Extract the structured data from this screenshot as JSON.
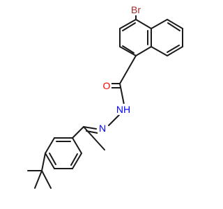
{
  "molecule": {
    "atoms": [
      {
        "id": "br",
        "text": "Br",
        "color": "#a52a2a"
      },
      {
        "id": "o",
        "text": "O",
        "color": "#ff0000"
      },
      {
        "id": "nh",
        "text": "NH",
        "color": "#0000ff"
      },
      {
        "id": "n",
        "text": "N",
        "color": "#0000ff"
      }
    ],
    "bond_color": "#1a1a1a",
    "background": "#ffffff"
  }
}
